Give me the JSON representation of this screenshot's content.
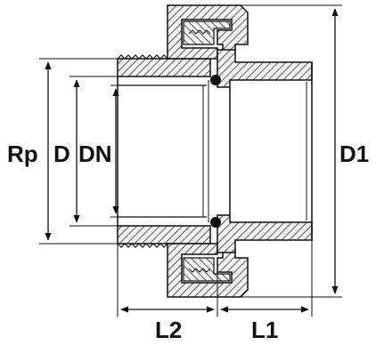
{
  "labels": {
    "rp": "Rp",
    "d": "D",
    "dn": "DN",
    "d1": "D1",
    "l1": "L1",
    "l2": "L2"
  },
  "colors": {
    "ink": "#111111",
    "hatch": "#3a3a3a",
    "sectionFill": "#f2f2f2",
    "background": "#ffffff"
  }
}
